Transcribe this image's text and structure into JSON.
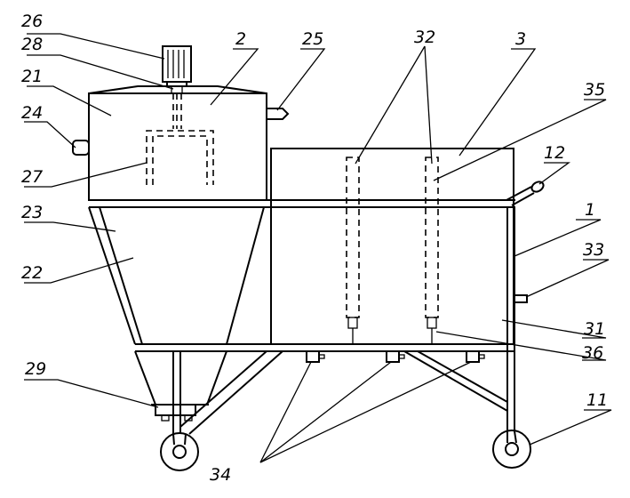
{
  "labels": {
    "l1": "1",
    "l2": "2",
    "l3": "3",
    "l11": "11",
    "l12": "12",
    "l21": "21",
    "l22": "22",
    "l23": "23",
    "l24": "24",
    "l25": "25",
    "l26": "26",
    "l27": "27",
    "l28": "28",
    "l29": "29",
    "l31": "31",
    "l32": "32",
    "l33": "33",
    "l34": "34",
    "l35": "35",
    "l36": "36"
  }
}
